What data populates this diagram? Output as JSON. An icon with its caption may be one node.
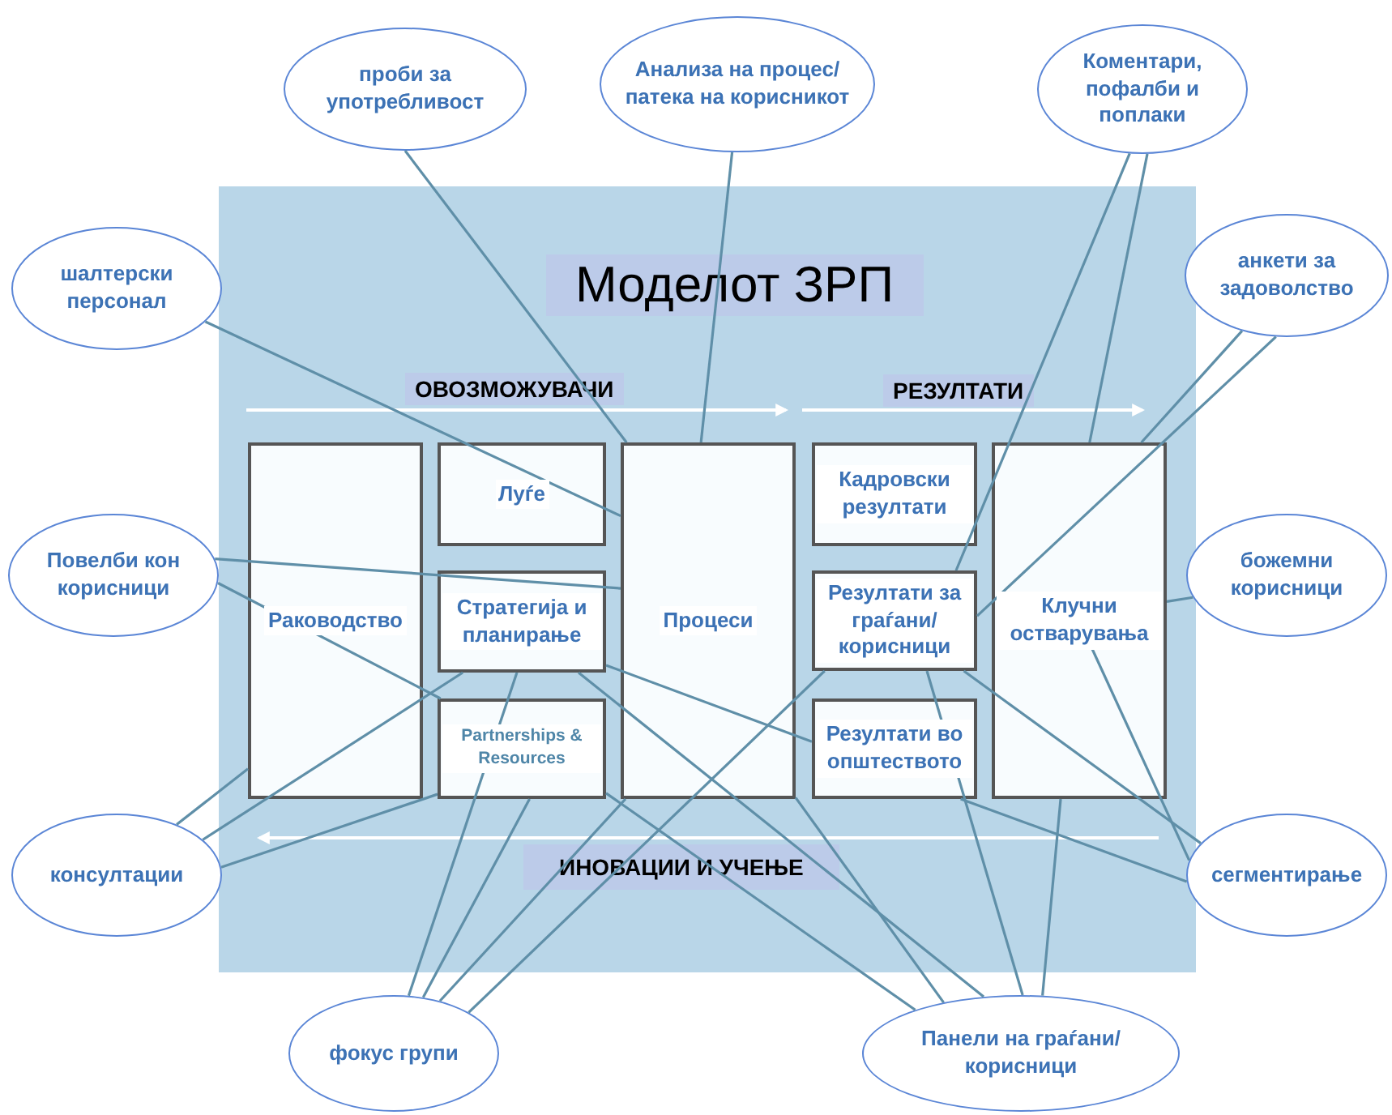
{
  "diagram": {
    "title": "Моделот ЗРП",
    "nodes": [
      {
        "text": [
          "Раководство"
        ]
      },
      {
        "text": [
          "Луѓе"
        ]
      },
      {
        "text": [
          "Стратегија и планирање"
        ]
      },
      {
        "text": [
          "Partnerships & Resources"
        ]
      },
      {
        "text": [
          "Процеси"
        ]
      },
      {
        "text": [
          "Кадровски резултати"
        ]
      },
      {
        "text": [
          "Резултати за граѓани/корисници"
        ]
      },
      {
        "text": [
          "Резултати во општеството"
        ]
      },
      {
        "text": [
          "Клучни остварувања"
        ]
      },
      {
        "text": [
          "проби за употребливост"
        ]
      },
      {
        "text": [
          "Анализа на процес/патека на корисникот"
        ]
      },
      {
        "text": [
          "Коментари, пофалби и поплаки"
        ]
      },
      {
        "text": [
          "шалтерски персонал"
        ]
      },
      {
        "text": [
          "анкети за задоволство"
        ]
      },
      {
        "text": [
          "Повелби кон корисници"
        ]
      },
      {
        "text": [
          "божемни корисници"
        ]
      },
      {
        "text": [
          "консултации"
        ]
      },
      {
        "text": [
          "сегментирање"
        ]
      },
      {
        "text": [
          "фокус групи"
        ]
      },
      {
        "text": [
          "Панели на граѓани/корисници"
        ]
      }
    ],
    "edges": [
      {
        "from": 9,
        "to": 4,
        "arrow": "none"
      },
      {
        "from": 10,
        "to": 4,
        "arrow": "none"
      },
      {
        "from": 12,
        "to": 4,
        "arrow": "none"
      },
      {
        "from": 11,
        "to": 6,
        "arrow": "none"
      },
      {
        "from": 11,
        "to": 8,
        "arrow": "none"
      },
      {
        "from": 13,
        "to": 8,
        "arrow": "none"
      },
      {
        "from": 13,
        "to": 6,
        "arrow": "none"
      },
      {
        "from": 14,
        "to": 4,
        "arrow": "none"
      },
      {
        "from": 14,
        "to": 3,
        "arrow": "none"
      },
      {
        "from": 15,
        "to": 8,
        "arrow": "none"
      },
      {
        "from": 16,
        "to": 0,
        "arrow": "none"
      },
      {
        "from": 16,
        "to": 2,
        "arrow": "none"
      },
      {
        "from": 16,
        "to": 3,
        "arrow": "none"
      },
      {
        "from": 17,
        "to": 8,
        "arrow": "none"
      },
      {
        "from": 17,
        "to": 6,
        "arrow": "none"
      },
      {
        "from": 17,
        "to": 7,
        "arrow": "none"
      },
      {
        "from": 2,
        "to": 7,
        "arrow": "none"
      },
      {
        "from": 18,
        "to": 2,
        "arrow": "none"
      },
      {
        "from": 18,
        "to": 3,
        "arrow": "none"
      },
      {
        "from": 18,
        "to": 4,
        "arrow": "none"
      },
      {
        "from": 18,
        "to": 6,
        "arrow": "none"
      },
      {
        "from": 19,
        "to": 3,
        "arrow": "none"
      },
      {
        "from": 19,
        "to": 4,
        "arrow": "none"
      },
      {
        "from": 19,
        "to": 2,
        "arrow": "none"
      },
      {
        "from": 19,
        "to": 6,
        "arrow": "none"
      },
      {
        "from": 19,
        "to": 8,
        "arrow": "none"
      }
    ],
    "labels": [
      "ОВОЗМОЖУВАЧИ",
      "РЕЗУЛТАТИ",
      "ИНОВАЦИИ И УЧЕЊЕ"
    ]
  }
}
